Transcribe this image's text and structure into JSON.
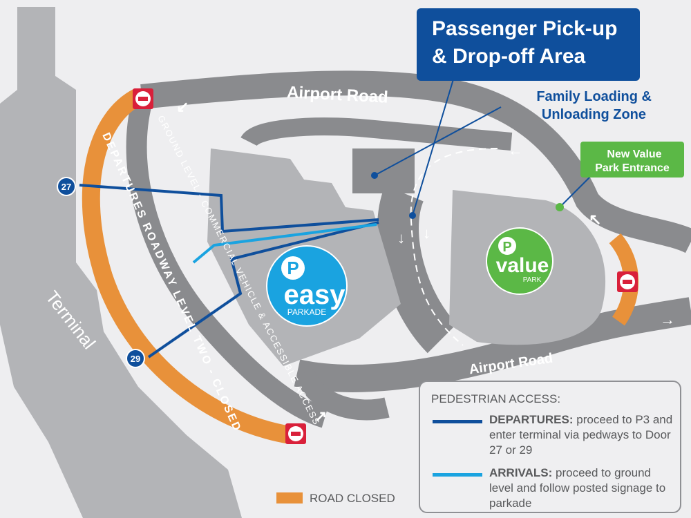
{
  "callout": {
    "line1": "Passenger Pick-up",
    "line2": "& Drop-off Area"
  },
  "labels": {
    "airport_road_top": "Airport Road",
    "airport_road_bottom": "Airport Road",
    "family_line1": "Family Loading &",
    "family_line2": "Unloading Zone",
    "value_entrance_line1": "New Value",
    "value_entrance_line2": "Park Entrance",
    "terminal": "Terminal",
    "departures_roadway": "DEPARTURES ROADWAY LEVEL TWO - CLOSED",
    "ground_level": "GROUND LEVEL - COMMERCIAL VEHICLE & ACCESSIBLE ACCESS",
    "door_27": "27",
    "door_29": "29"
  },
  "parkades": {
    "easy": {
      "p": "P",
      "name": "easy",
      "sub": "PARKADE",
      "color": "#1aa3e0"
    },
    "value": {
      "p": "P",
      "name": "value",
      "sub": "PARK",
      "color": "#5bb846"
    }
  },
  "legend": {
    "title": "PEDESTRIAN ACCESS:",
    "departures": {
      "head": "DEPARTURES:",
      "text": " proceed to P3 and enter terminal via pedways to Door 27 or 29",
      "color": "#0f4f9c"
    },
    "arrivals": {
      "head": "ARRIVALS:",
      "text": " proceed to ground level and follow posted signage to parkade",
      "color": "#1aa3e0"
    },
    "road_closed": "ROAD CLOSED",
    "road_closed_color": "#e8913a"
  },
  "colors": {
    "road": "#8a8b8e",
    "building": "#b3b4b7",
    "no_entry": "#d9203a",
    "callout": "#0f4f9c",
    "entrance": "#5bb846"
  }
}
